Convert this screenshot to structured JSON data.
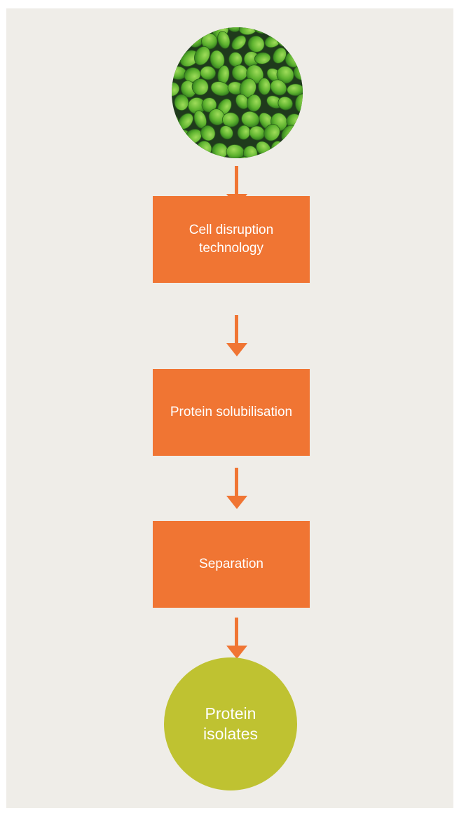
{
  "diagram": {
    "photo_icon": "duckweed-photo",
    "arrow_color": "#f07533",
    "box_color": "#f07533",
    "result_color": "#bfc231",
    "steps": [
      {
        "label": "Cell disruption\ntechnology"
      },
      {
        "label": "Protein solubilisation"
      },
      {
        "label": "Separation"
      }
    ],
    "result": {
      "label": "Protein\nisolates"
    }
  }
}
